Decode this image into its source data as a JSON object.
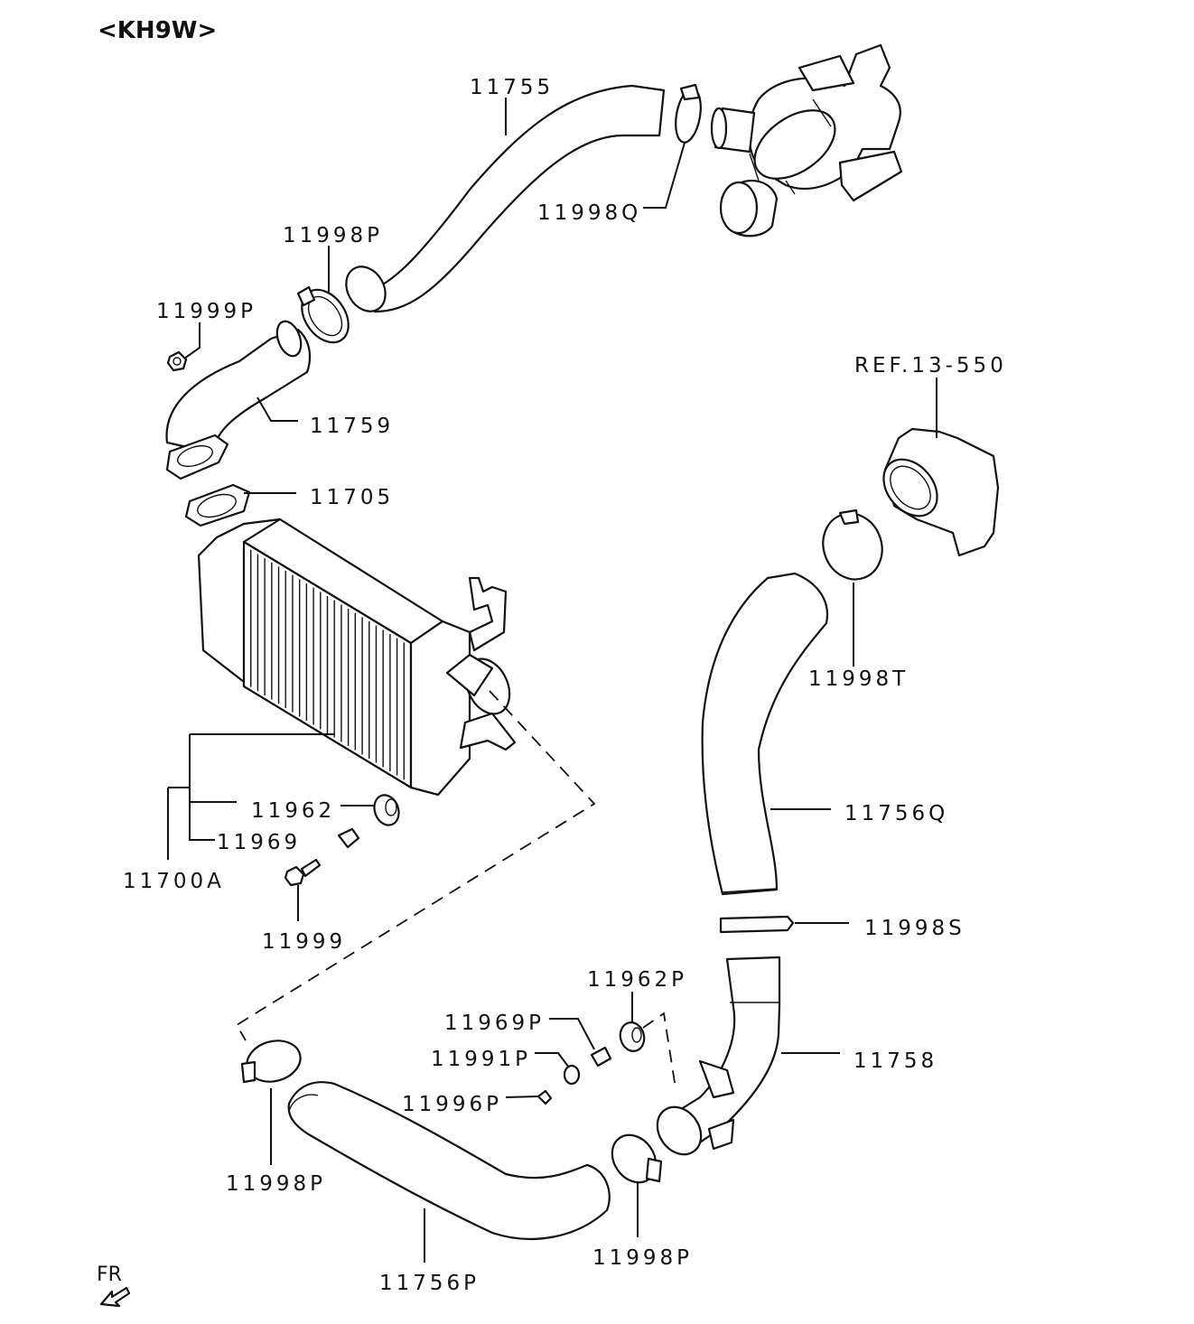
{
  "title": "<KH9W>",
  "direction_label": "FR",
  "labels": {
    "p11755": "11755",
    "p11998q": "11998Q",
    "p11998p_top": "11998P",
    "p11999p": "11999P",
    "p11759": "11759",
    "p11705": "11705",
    "ref": "REF.13-550",
    "p11998t": "11998T",
    "p11756q": "11756Q",
    "p11962": "11962",
    "p11969": "11969",
    "p11700a": "11700A",
    "p11999": "11999",
    "p11998s": "11998S",
    "p11962p": "11962P",
    "p11969p": "11969P",
    "p11991p": "11991P",
    "p11996p": "11996P",
    "p11758": "11758",
    "p11998p_left": "11998P",
    "p11756p": "11756P",
    "p11998p_right": "11998P"
  },
  "icons": [
    "turbocharger-icon",
    "intercooler-icon",
    "throttle-body-icon",
    "hose-clamp-icon",
    "bolt-icon",
    "grommet-icon",
    "front-direction-arrow-icon"
  ]
}
